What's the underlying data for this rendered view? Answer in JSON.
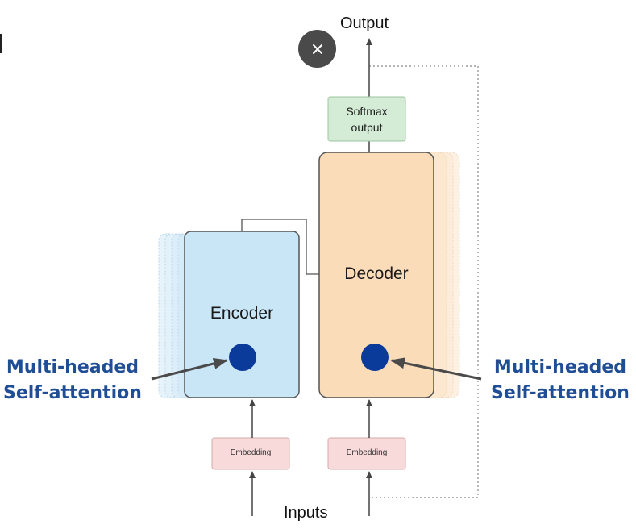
{
  "diagram": {
    "output_label": "Output",
    "inputs_label": "Inputs",
    "softmax_label_line1": "Softmax",
    "softmax_label_line2": "output",
    "encoder_label": "Encoder",
    "decoder_label": "Decoder",
    "embedding_label_left": "Embedding",
    "embedding_label_right": "Embedding",
    "mha_left_line1": "Multi-headed",
    "mha_left_line2": "Self-attention",
    "mha_right_line1": "Multi-headed",
    "mha_right_line2": "Self-attention"
  },
  "controls": {
    "close_icon": "close-icon"
  },
  "colors": {
    "encoder_fill": "#c9e6f7",
    "decoder_fill": "#fbdcb9",
    "softmax_fill": "#d4ecd6",
    "embedding_fill": "#f8dada",
    "attention_dot": "#0b3b9a",
    "annotation_text": "#1f4e96"
  }
}
